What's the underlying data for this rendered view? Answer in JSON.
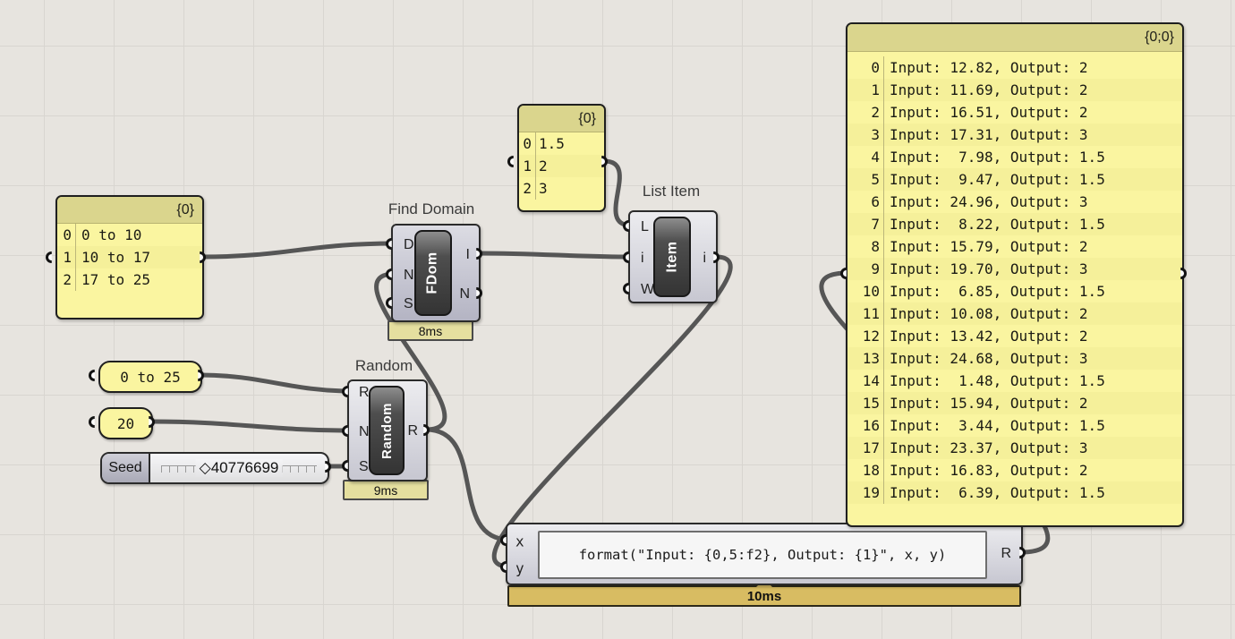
{
  "panels": {
    "domains": {
      "header": "{0}",
      "rows": [
        {
          "index": "0",
          "text": "0 to 10"
        },
        {
          "index": "1",
          "text": "10 to 17"
        },
        {
          "index": "2",
          "text": "17 to 25"
        }
      ]
    },
    "values": {
      "header": "{0}",
      "rows": [
        {
          "index": "0",
          "text": "1.5"
        },
        {
          "index": "1",
          "text": "2"
        },
        {
          "index": "2",
          "text": "3"
        }
      ]
    },
    "output": {
      "header": "{0;0}",
      "rows": [
        {
          "index": "0",
          "text": "Input: 12.82, Output: 2"
        },
        {
          "index": "1",
          "text": "Input: 11.69, Output: 2"
        },
        {
          "index": "2",
          "text": "Input: 16.51, Output: 2"
        },
        {
          "index": "3",
          "text": "Input: 17.31, Output: 3"
        },
        {
          "index": "4",
          "text": "Input:  7.98, Output: 1.5"
        },
        {
          "index": "5",
          "text": "Input:  9.47, Output: 1.5"
        },
        {
          "index": "6",
          "text": "Input: 24.96, Output: 3"
        },
        {
          "index": "7",
          "text": "Input:  8.22, Output: 1.5"
        },
        {
          "index": "8",
          "text": "Input: 15.79, Output: 2"
        },
        {
          "index": "9",
          "text": "Input: 19.70, Output: 3"
        },
        {
          "index": "10",
          "text": "Input:  6.85, Output: 1.5"
        },
        {
          "index": "11",
          "text": "Input: 10.08, Output: 2"
        },
        {
          "index": "12",
          "text": "Input: 13.42, Output: 2"
        },
        {
          "index": "13",
          "text": "Input: 24.68, Output: 3"
        },
        {
          "index": "14",
          "text": "Input:  1.48, Output: 1.5"
        },
        {
          "index": "15",
          "text": "Input: 15.94, Output: 2"
        },
        {
          "index": "16",
          "text": "Input:  3.44, Output: 1.5"
        },
        {
          "index": "17",
          "text": "Input: 23.37, Output: 3"
        },
        {
          "index": "18",
          "text": "Input: 16.83, Output: 2"
        },
        {
          "index": "19",
          "text": "Input:  6.39, Output: 1.5"
        }
      ]
    }
  },
  "components": {
    "find_domain": {
      "label": "Find Domain",
      "tag": "FDom",
      "inputs": [
        "D",
        "N",
        "S"
      ],
      "outputs": [
        "I",
        "N"
      ],
      "runtime": "8ms"
    },
    "list_item": {
      "label": "List Item",
      "tag": "Item",
      "inputs": [
        "L",
        "i",
        "W"
      ],
      "outputs": [
        "i"
      ]
    },
    "random": {
      "label": "Random",
      "tag": "Random",
      "inputs": [
        "R",
        "N",
        "S"
      ],
      "outputs": [
        "R"
      ],
      "runtime": "9ms"
    },
    "expression": {
      "inputs": [
        "x",
        "y"
      ],
      "outputs": [
        "R"
      ],
      "code": "format(\"Input: {0,5:f2}, Output: {1}\", x, y)",
      "runtime": "10ms"
    }
  },
  "capsules": {
    "range": "0 to 25",
    "count": "20"
  },
  "slider": {
    "label": "Seed",
    "marker": "◇",
    "value": "40776699"
  },
  "colors": {
    "background": "#e7e4df",
    "grid_line": "#d8d5d0",
    "panel_yellow": "#faf5a0",
    "panel_header": "#dad58d",
    "wire": "#565656",
    "runtime_tab": "#e5df9f",
    "runtime_bar_gold": "#d8bc62",
    "component_body": "#d8d8df",
    "capsule_dark": "#3a3a3a"
  }
}
